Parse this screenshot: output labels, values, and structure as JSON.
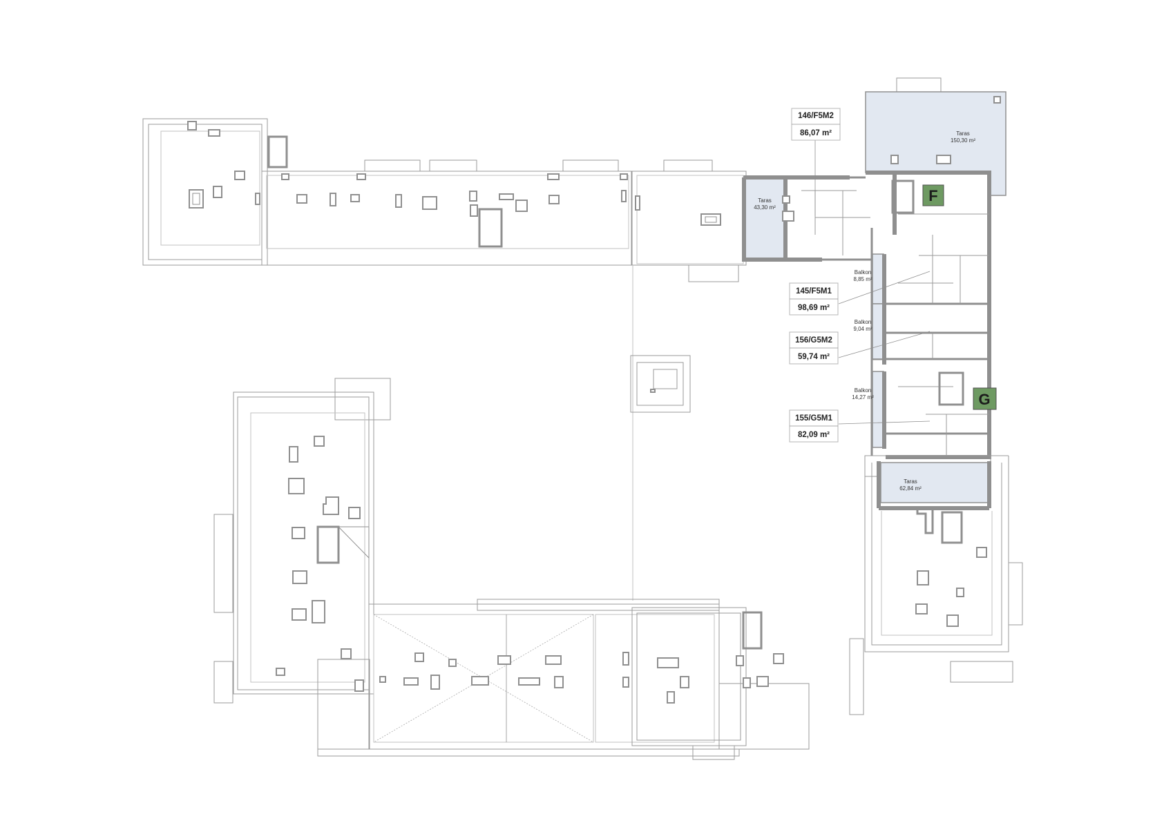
{
  "units": [
    {
      "code": "146/F5M2",
      "area": "86,07 m²"
    },
    {
      "code": "145/F5M1",
      "area": "98,69 m²"
    },
    {
      "code": "156/G5M2",
      "area": "59,74 m²"
    },
    {
      "code": "155/G5M1",
      "area": "82,09 m²"
    }
  ],
  "outdoor": [
    {
      "name": "Taras",
      "area": "150,30 m²"
    },
    {
      "name": "Taras",
      "area": "43,30 m²"
    },
    {
      "name": "Balkon",
      "area": "8,85 m²"
    },
    {
      "name": "Balkon",
      "area": "9,04 m²"
    },
    {
      "name": "Balkon",
      "area": "14,27 m²"
    },
    {
      "name": "Taras",
      "area": "62,84 m²"
    }
  ],
  "staircases": [
    "F",
    "G"
  ],
  "colors": {
    "terrace_fill": "#e2e8f1",
    "staircase_fill": "#6e9a62",
    "wall": "#8f8f8f"
  }
}
